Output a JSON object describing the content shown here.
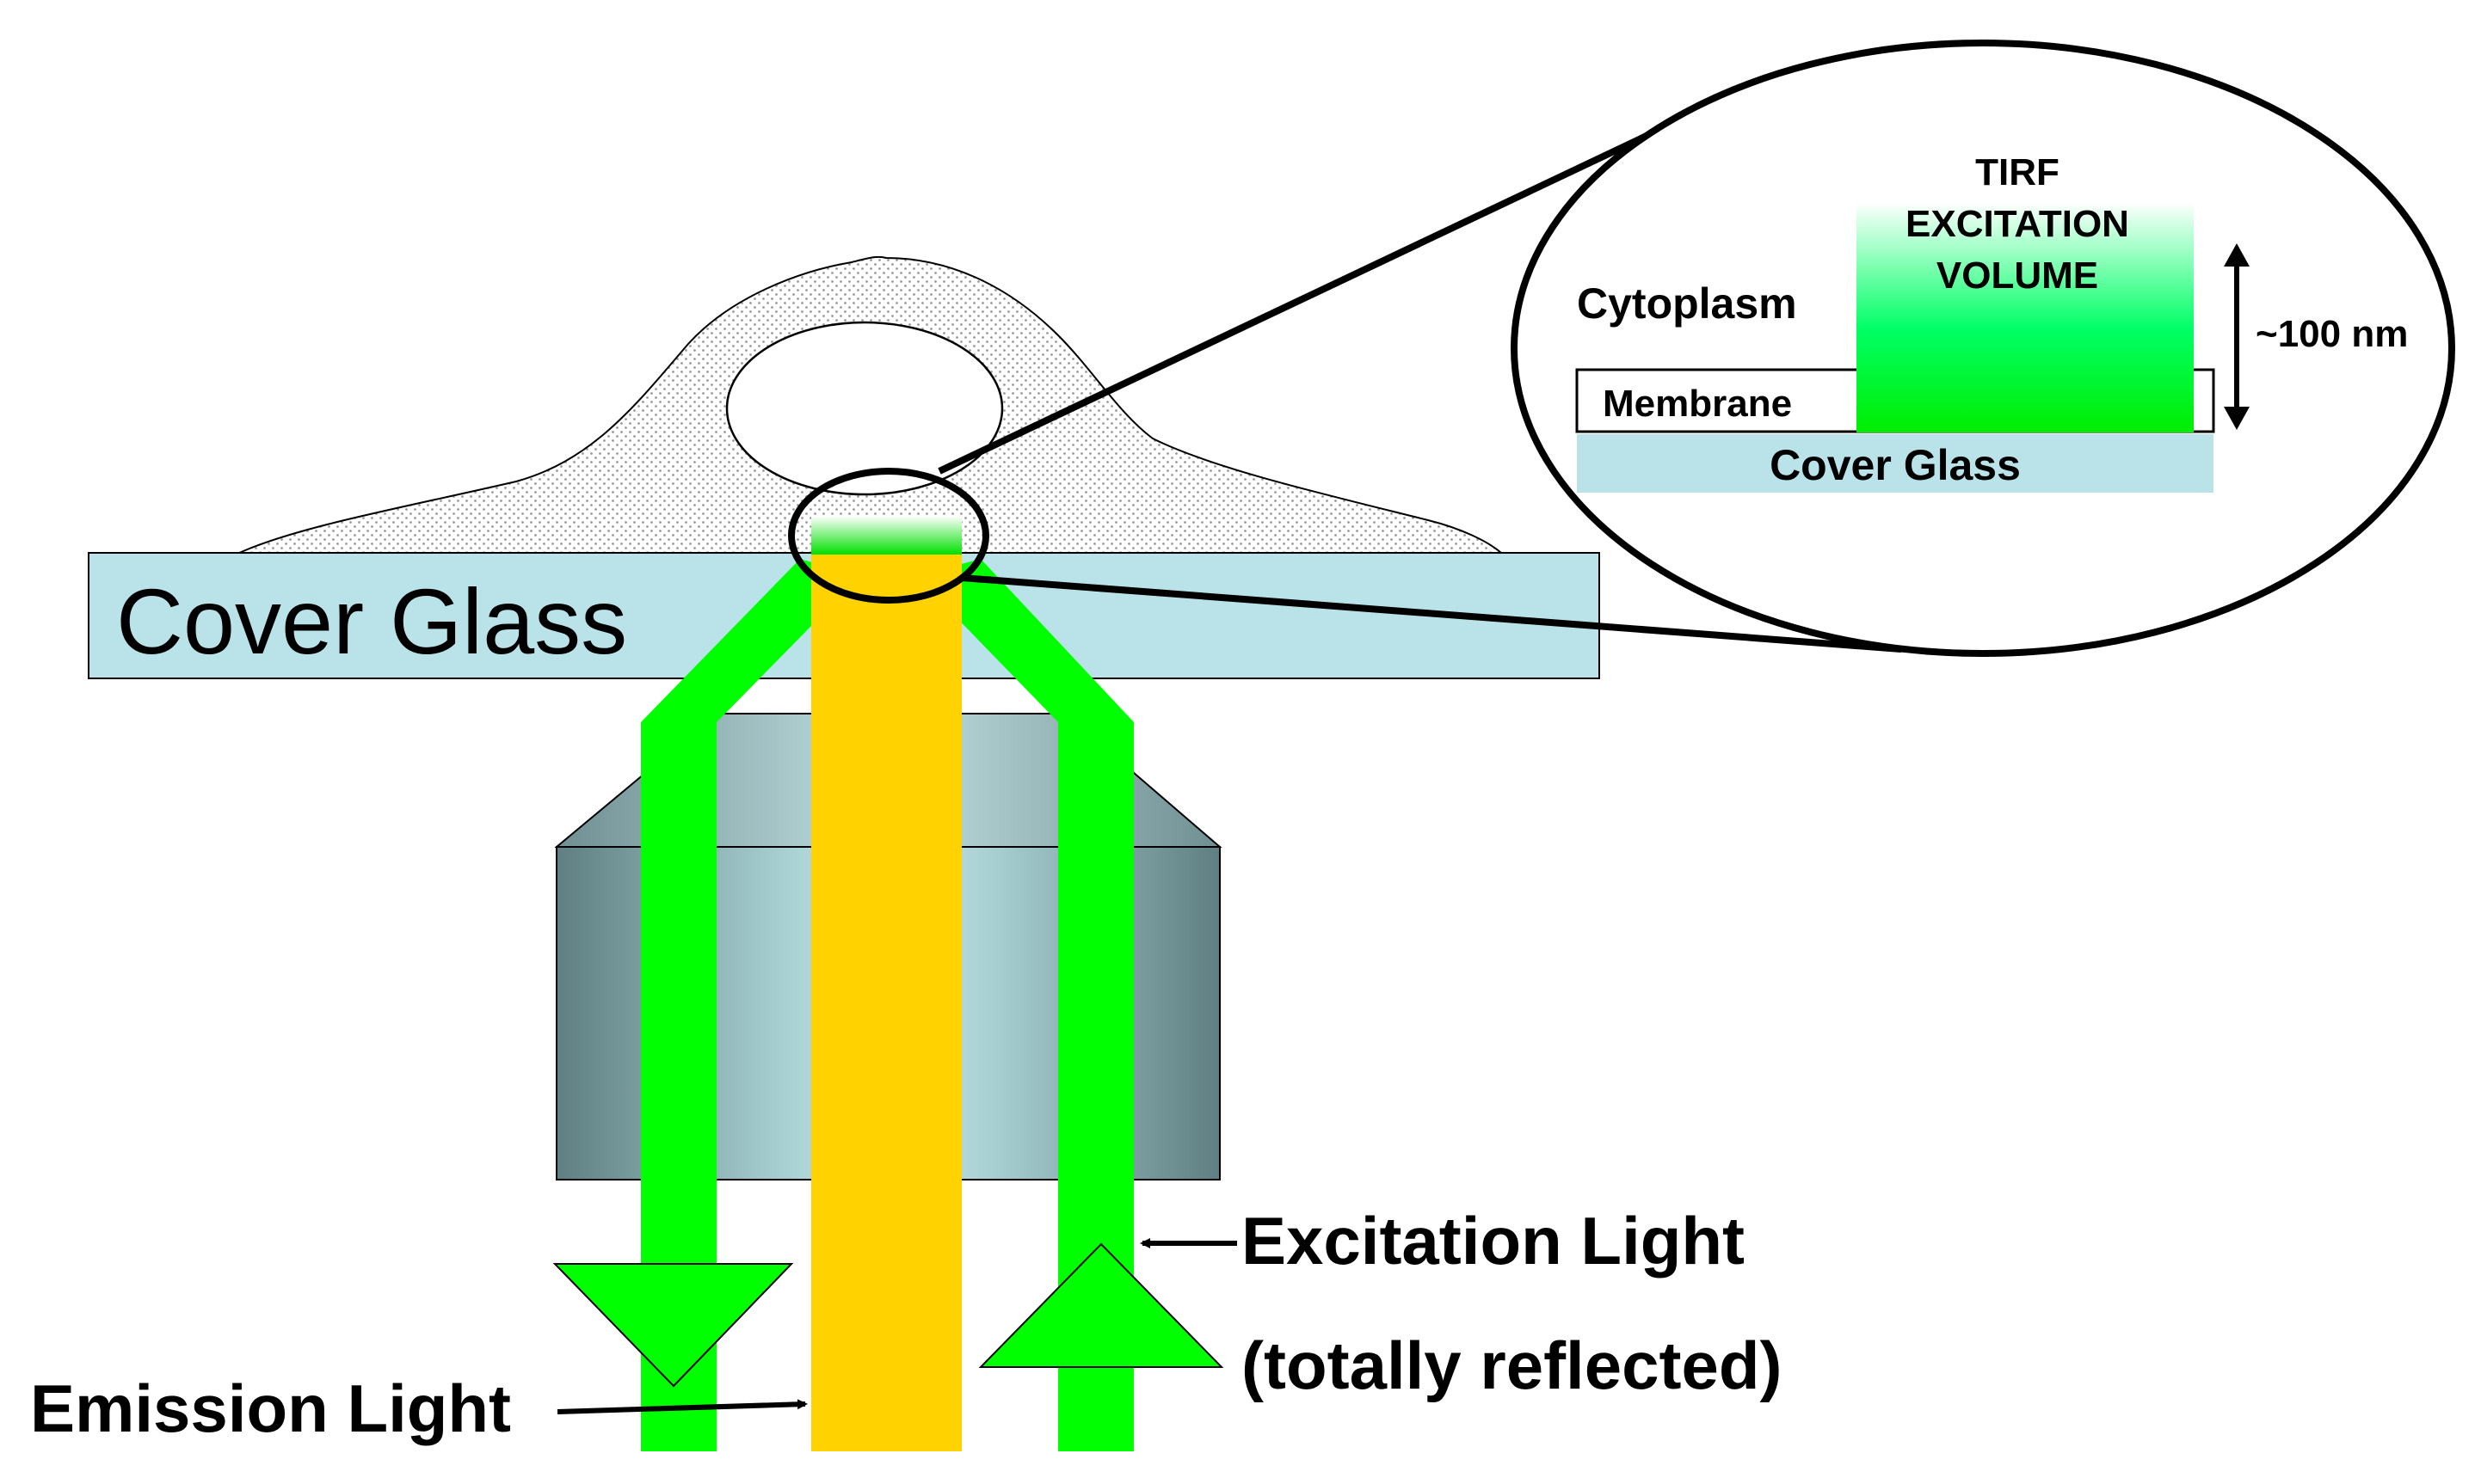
{
  "labels": {
    "cover_glass_main": "Cover Glass",
    "cover_glass_inset": "Cover Glass",
    "membrane": "Membrane",
    "cytoplasm": "Cytoplasm",
    "tirf_line1": "TIRF",
    "tirf_line2": "EXCITATION",
    "tirf_line3": "VOLUME",
    "depth": "~100 nm",
    "excitation_line1": "Excitation Light",
    "excitation_line2": "(totally reflected)",
    "emission": "Emission Light"
  },
  "colors": {
    "cover_glass": "#b9e3e8",
    "excitation": "#00ff00",
    "emission": "#ffd200",
    "objective_dark": "#5f7f82",
    "objective_light": "#a9d1d4",
    "cell_fill": "#f2f2f2",
    "outline": "#000000"
  }
}
